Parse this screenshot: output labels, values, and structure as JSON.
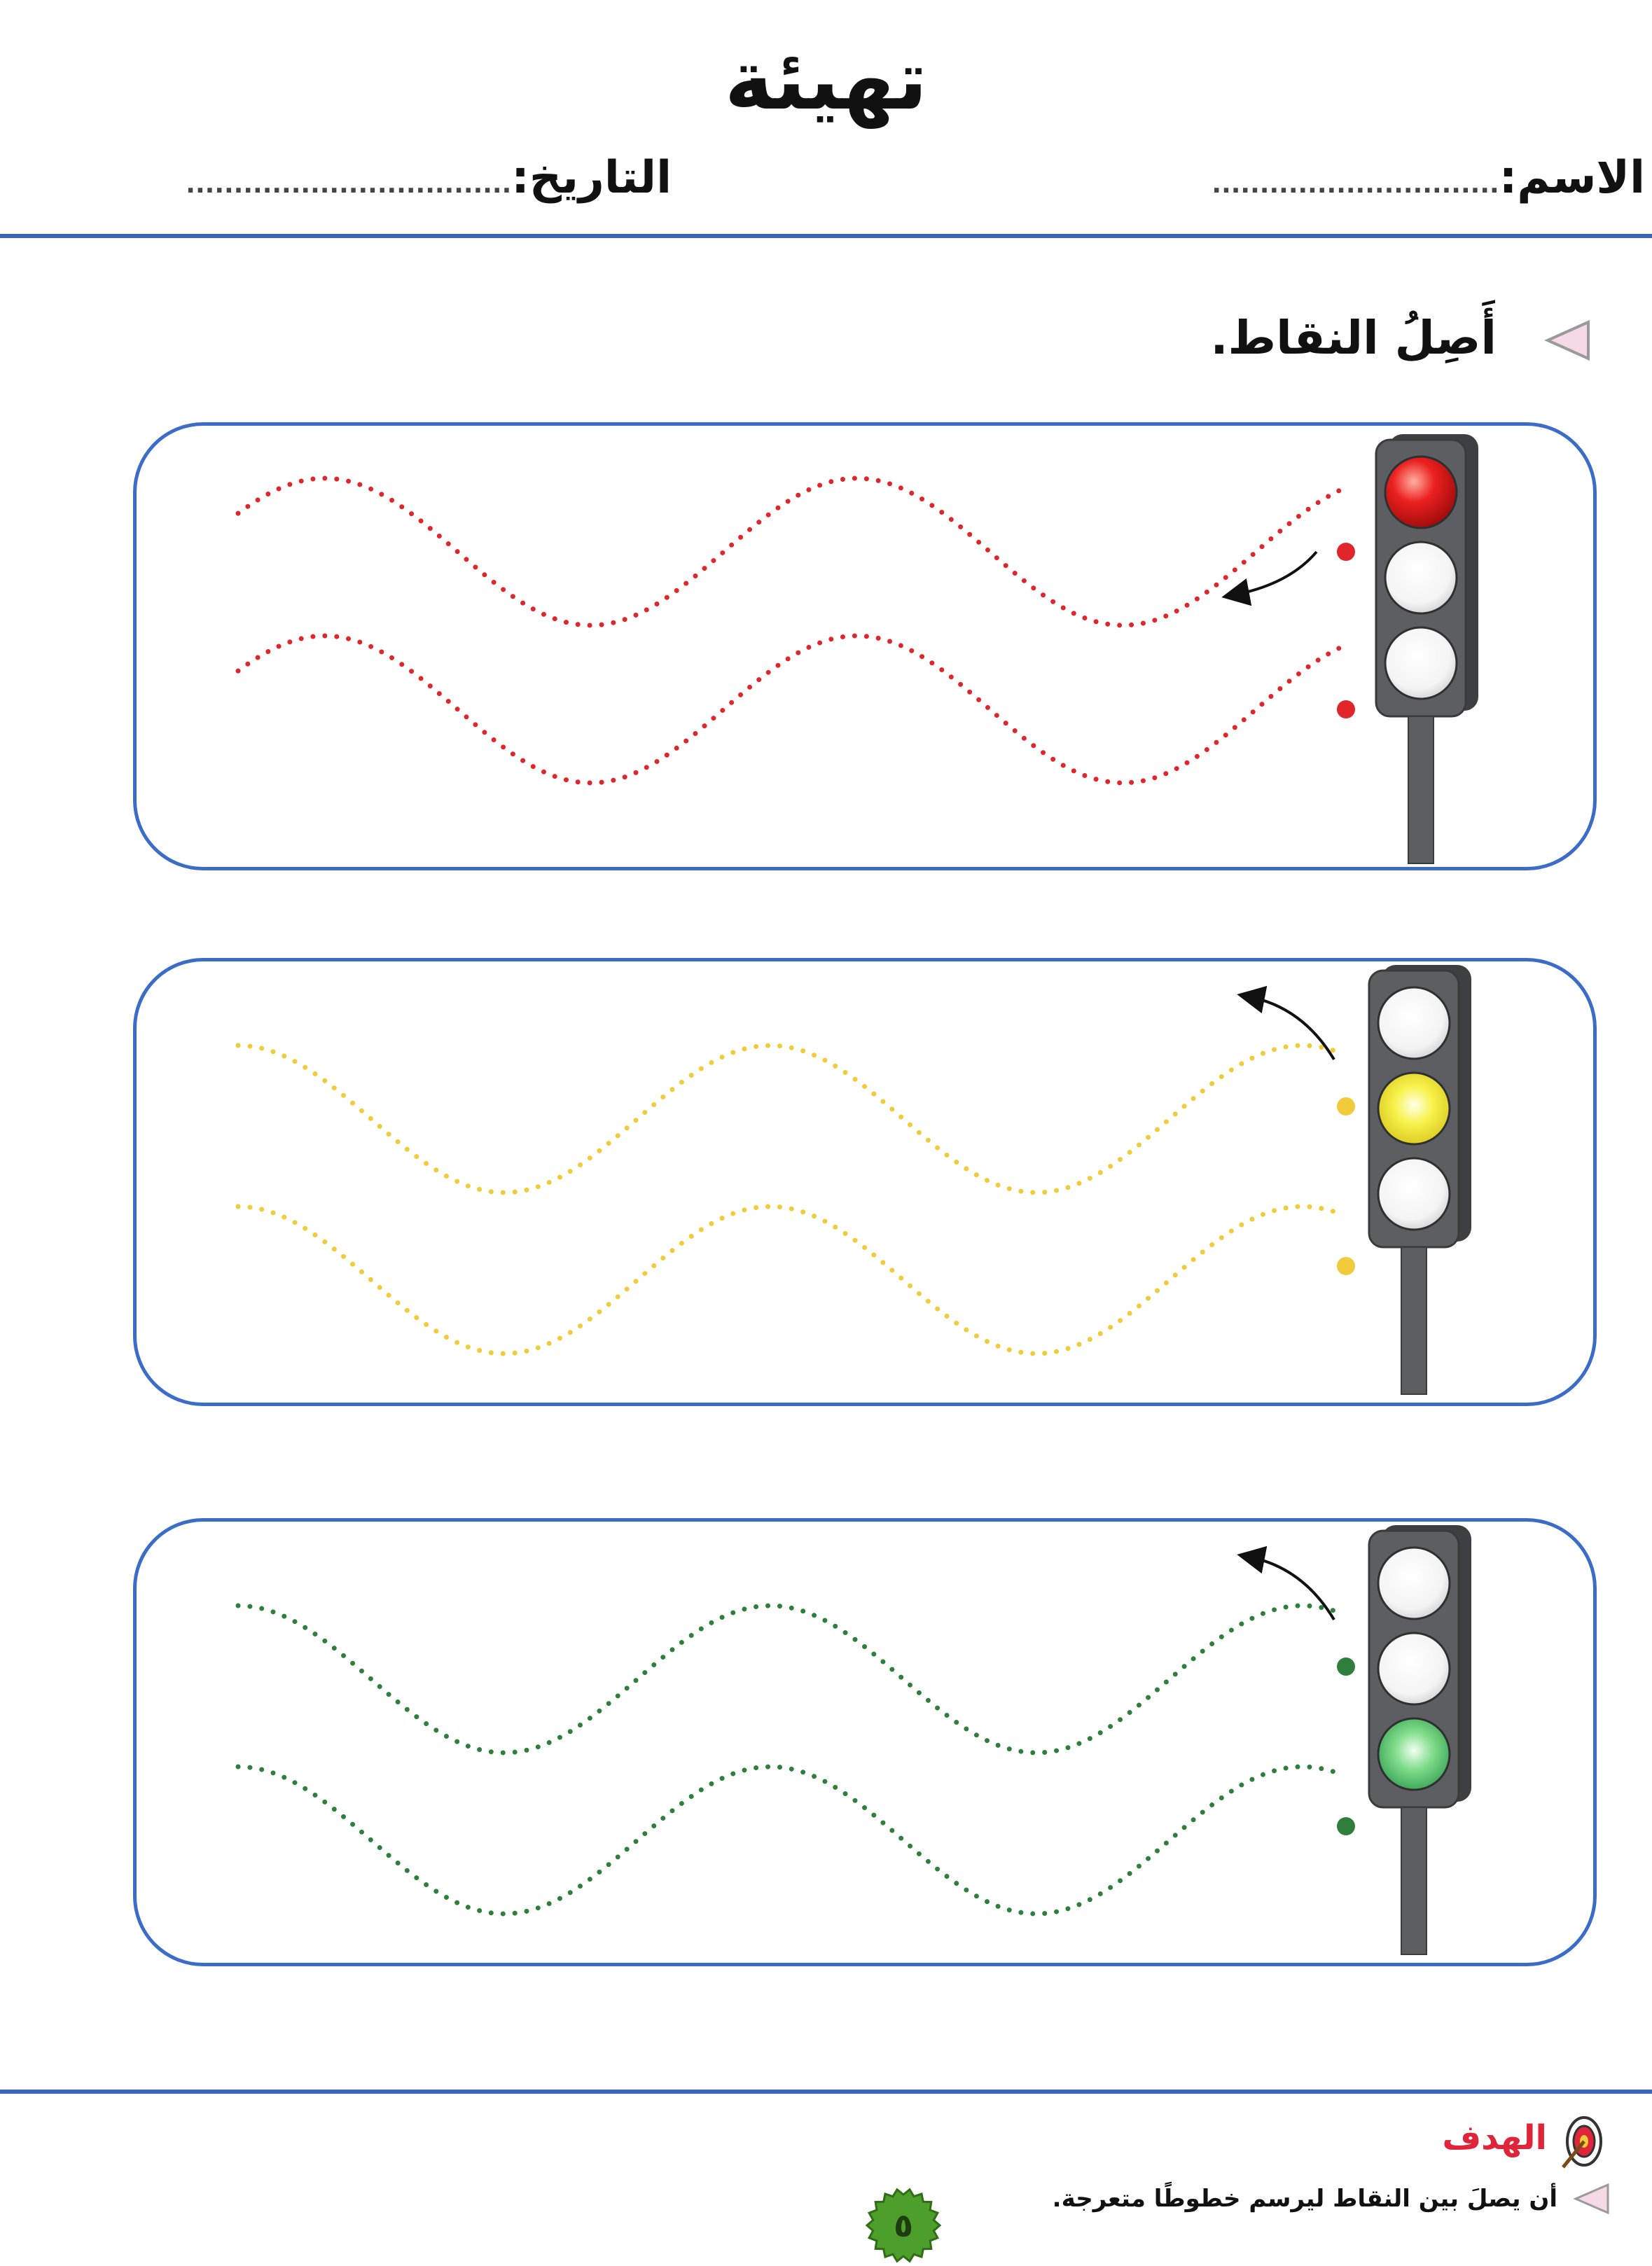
{
  "header": {
    "title": "تهيئة",
    "name_label": "الاسم:",
    "name_dots": "..............................",
    "date_label": "التاريخ:",
    "date_dots": ".................................."
  },
  "instruction": "أَصِلُ النقاط.",
  "exercises": [
    {
      "color": "#e0262b",
      "active_light": "red"
    },
    {
      "color": "#f2cb3a",
      "active_light": "yellow"
    },
    {
      "color": "#2e7f3c",
      "active_light": "green"
    }
  ],
  "goal": {
    "title": "الهدف",
    "text": "أن يصلَ بين النقاط ليرسم خطوطًا متعرجة."
  },
  "page_number": "٥",
  "colors": {
    "rule_blue": "#3a64b8",
    "panel_blue": "#3a6cc8",
    "goal_red": "#e0243a",
    "signal_body": "#5d5e61"
  }
}
